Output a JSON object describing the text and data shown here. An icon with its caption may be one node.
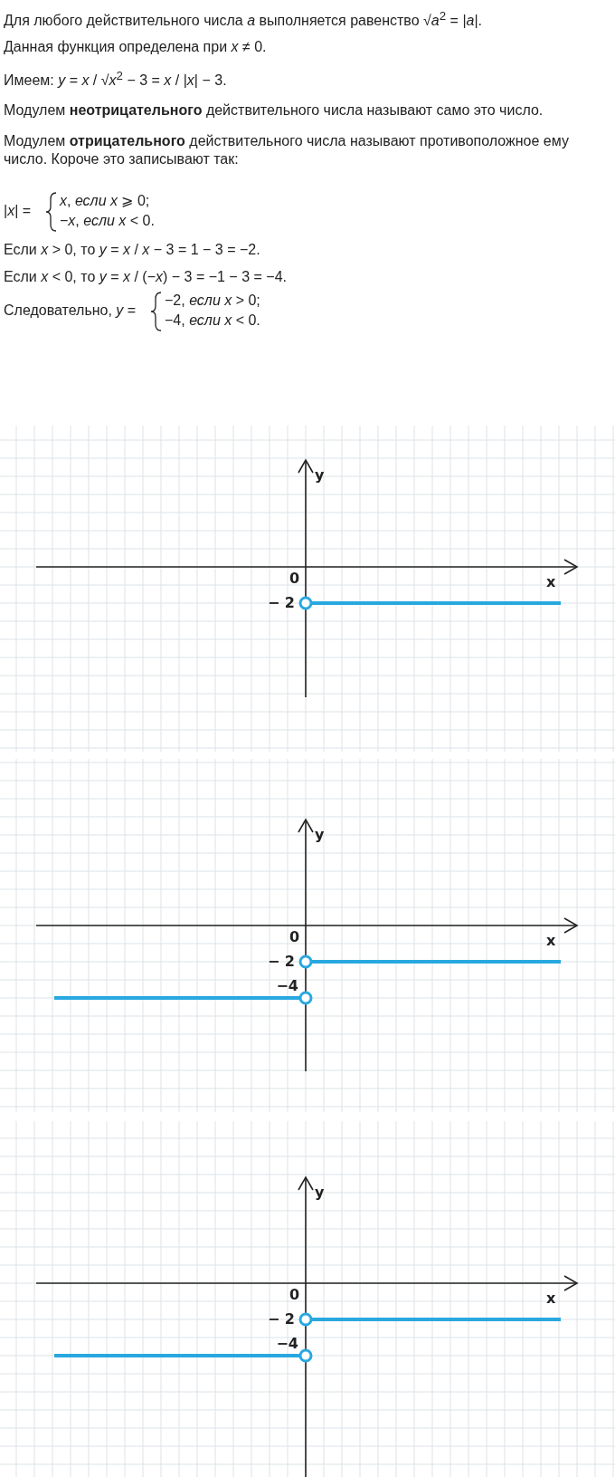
{
  "diagram": {
    "labels": [
      "Для любого действительного числа *a* выполняется равенство √*a*$^{2}$ = |*a*|.",
      "Данная функция определена при *x* ≠ 0.",
      "Имеем: *y* = *x* / √*x*$^{2}$ − 3 = *x* / |*x*| − 3.",
      "Модулем **неотрицательного** действительного числа называют само это число.",
      "Модулем **отрицательного** действительного числа называют противоположное ему число. Короче это записывают так:",
      "|*x*| =",
      "*x*, *если x* ⩾ 0;",
      "−*x*, *если x* < 0.",
      "Если *x* > 0, то *y* = *x* / *x* − 3 = 1 − 3 = −2.",
      "Если *x* < 0, то *y* = *x* / (−*x*) − 3 = −1 − 3 = −4.",
      "Следовательно, *y* =",
      "−2, *если x* > 0;",
      "−4, *если x* < 0.",
      "y",
      "0",
      "x",
      "− 2",
      "y",
      "0",
      "x",
      "− 2",
      "−4",
      "y",
      "0",
      "x",
      "− 2",
      "−4"
    ]
  }
}
